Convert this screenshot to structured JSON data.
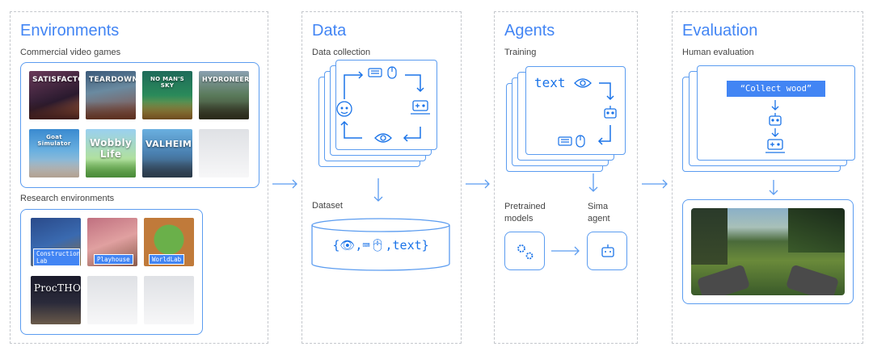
{
  "environments": {
    "title": "Environments",
    "commercial_label": "Commercial video games",
    "games": [
      "SATISFACTORY",
      "TEARDOWN",
      "NO MAN'S SKY",
      "HYDRONEER",
      "Goat Simulator",
      "Wobbly Life",
      "VALHEIM"
    ],
    "research_label": "Research environments",
    "research": [
      "Construction Lab",
      "Playhouse",
      "WorldLab",
      "ProcTHOR"
    ]
  },
  "data": {
    "title": "Data",
    "collection_label": "Data collection",
    "dataset_label": "Dataset",
    "dataset_text": "{👁,⌨🖱,text}"
  },
  "agents": {
    "title": "Agents",
    "training_label": "Training",
    "text_label": "text",
    "pretrained_label": "Pretrained models",
    "sima_label": "Sima agent"
  },
  "evaluation": {
    "title": "Evaluation",
    "human_label": "Human evaluation",
    "instruction": "“Collect wood”"
  },
  "colors": {
    "accent": "#4285f4",
    "border": "#5b9cf0",
    "dash": "#c4c7cc"
  },
  "icons": [
    "keyboard-icon",
    "mouse-icon",
    "eye-icon",
    "face-icon",
    "gamepad-icon",
    "robot-icon",
    "gear-icon",
    "arrow-right-icon"
  ]
}
